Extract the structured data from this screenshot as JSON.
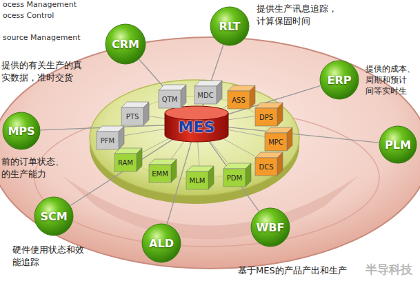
{
  "diagram": {
    "nodes": [
      {
        "text": [
          "MES"
        ]
      },
      {
        "text": [
          "PTS"
        ]
      },
      {
        "text": [
          "QTM"
        ]
      },
      {
        "text": [
          "MDC"
        ]
      },
      {
        "text": [
          "ASS"
        ]
      },
      {
        "text": [
          "DPS"
        ]
      },
      {
        "text": [
          "MPC"
        ]
      },
      {
        "text": [
          "DCS"
        ]
      },
      {
        "text": [
          "PDM"
        ]
      },
      {
        "text": [
          "MLM"
        ]
      },
      {
        "text": [
          "EMM"
        ]
      },
      {
        "text": [
          "RAM"
        ]
      },
      {
        "text": [
          "PFM"
        ]
      },
      {
        "text": [
          "CRM"
        ]
      },
      {
        "text": [
          "RLT"
        ]
      },
      {
        "text": [
          "ERP"
        ]
      },
      {
        "text": [
          "PLM"
        ]
      },
      {
        "text": [
          "WBF"
        ]
      },
      {
        "text": [
          "ALD"
        ]
      },
      {
        "text": [
          "SCM"
        ]
      },
      {
        "text": [
          "MPS"
        ]
      }
    ],
    "edges": [
      {
        "from": 13,
        "to": 0,
        "arrow": "none"
      },
      {
        "from": 14,
        "to": 0,
        "arrow": "none"
      },
      {
        "from": 15,
        "to": 0,
        "arrow": "none"
      },
      {
        "from": 16,
        "to": 0,
        "arrow": "none"
      },
      {
        "from": 17,
        "to": 0,
        "arrow": "none"
      },
      {
        "from": 18,
        "to": 0,
        "arrow": "none"
      },
      {
        "from": 19,
        "to": 0,
        "arrow": "none"
      },
      {
        "from": 20,
        "to": 0,
        "arrow": "none"
      },
      {
        "from": 1,
        "to": 0,
        "arrow": "none"
      },
      {
        "from": 2,
        "to": 0,
        "arrow": "none"
      },
      {
        "from": 3,
        "to": 0,
        "arrow": "none"
      },
      {
        "from": 4,
        "to": 0,
        "arrow": "none"
      },
      {
        "from": 5,
        "to": 0,
        "arrow": "none"
      },
      {
        "from": 6,
        "to": 0,
        "arrow": "none"
      },
      {
        "from": 7,
        "to": 0,
        "arrow": "none"
      },
      {
        "from": 8,
        "to": 0,
        "arrow": "none"
      },
      {
        "from": 9,
        "to": 0,
        "arrow": "none"
      },
      {
        "from": 10,
        "to": 0,
        "arrow": "none"
      },
      {
        "from": 11,
        "to": 0,
        "arrow": "none"
      },
      {
        "from": 12,
        "to": 0,
        "arrow": "none"
      }
    ],
    "labels": [
      "ocess Management",
      "ocess Control",
      "source Management",
      "提供的有关生产的真 实数据，准时交货",
      "提供生产讯息追踪， 计算保固时间",
      "提供的成本、 周期和预计 间等实时生",
      "前的订单状态、 的生产能力",
      "硬件使用状态和效 能追踪",
      "基于MES的产品产出和生产",
      "半导科技"
    ]
  }
}
